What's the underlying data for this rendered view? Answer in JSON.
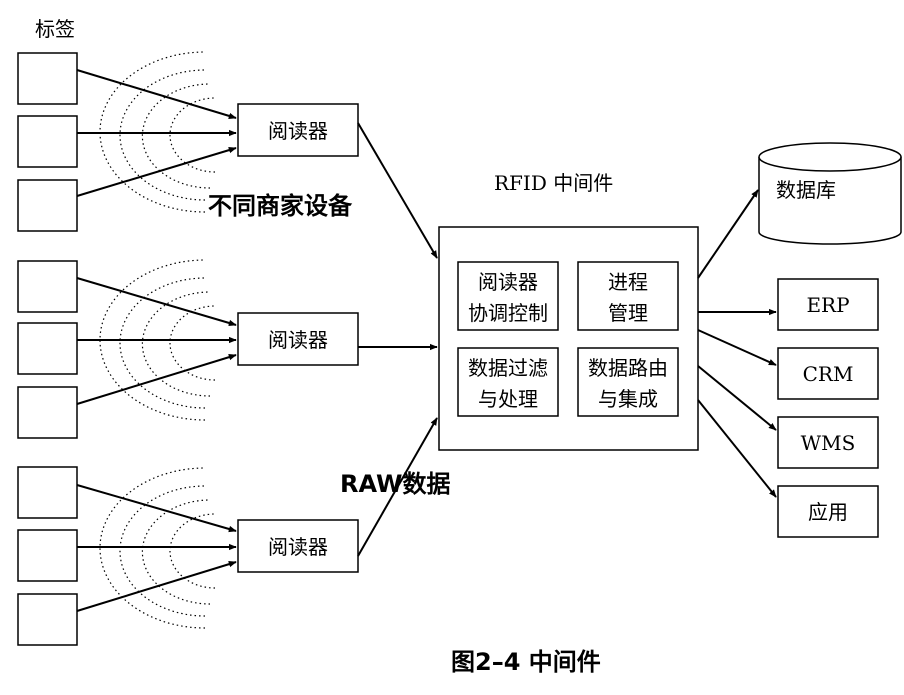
{
  "labels": {
    "tag": "标签",
    "vendors": "不同商家设备",
    "raw_data": "RAW数据",
    "middleware_title": "RFID 中间件",
    "caption": "图2–4 中间件"
  },
  "readers": [
    "阅读器",
    "阅读器",
    "阅读器"
  ],
  "modules": {
    "reader_coord": [
      "阅读器",
      "协调控制"
    ],
    "process_mgmt": [
      "进程",
      "管理"
    ],
    "data_filter": [
      "数据过滤",
      "与处理"
    ],
    "data_routing": [
      "数据路由",
      "与集成"
    ]
  },
  "database": "数据库",
  "apps": [
    "ERP",
    "CRM",
    "WMS",
    "应用"
  ]
}
